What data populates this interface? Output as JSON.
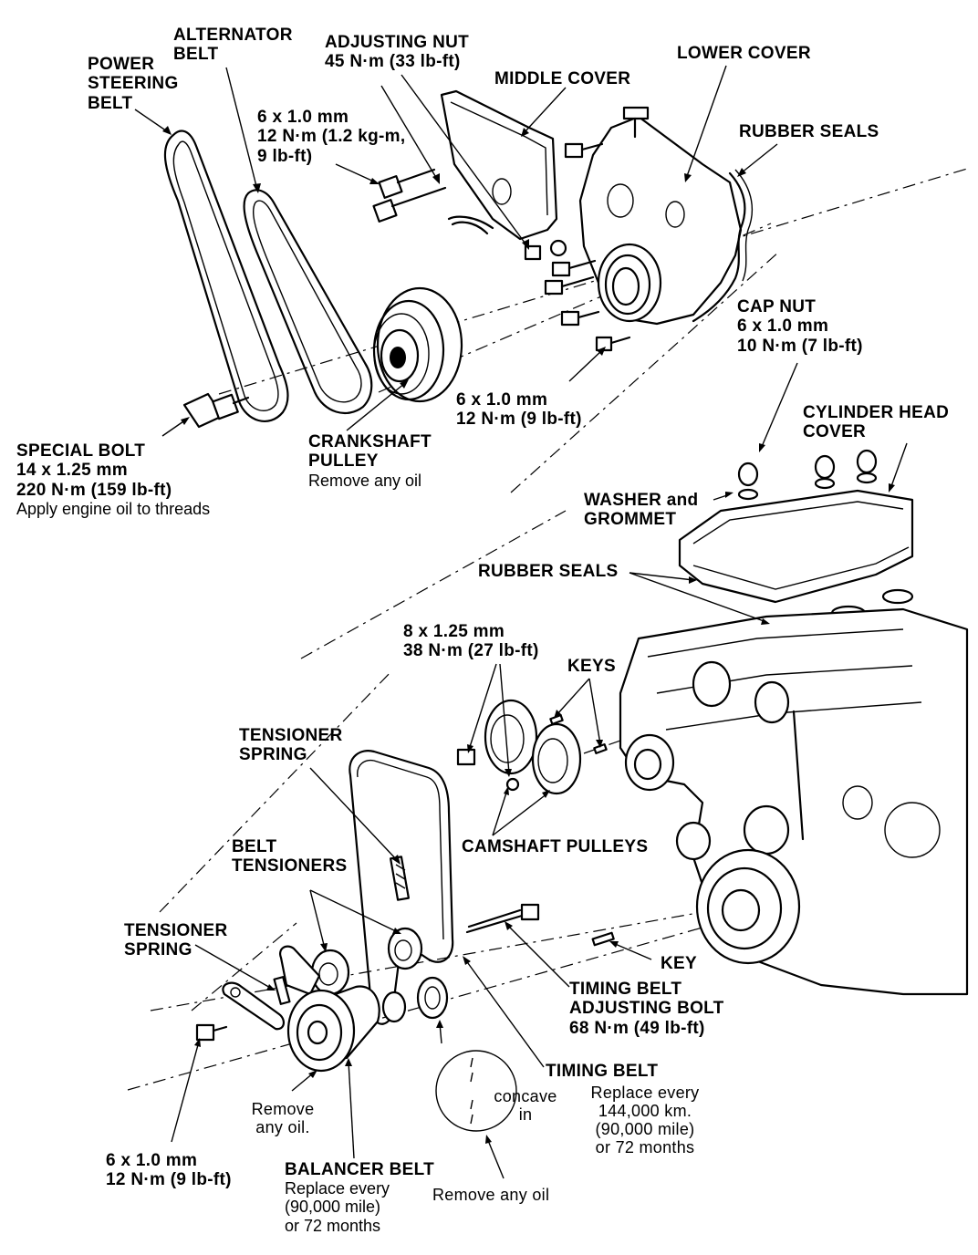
{
  "diagram": {
    "labels": {
      "power_steering_belt": [
        "POWER",
        "STEERING",
        "BELT"
      ],
      "alternator_belt": [
        "ALTERNATOR",
        "BELT"
      ],
      "adjusting_nut": [
        "ADJUSTING NUT",
        "45 N·m (33 lb-ft)"
      ],
      "middle_cover": [
        "MIDDLE COVER"
      ],
      "lower_cover": [
        "LOWER COVER"
      ],
      "rubber_seals_top": [
        "RUBBER SEALS"
      ],
      "bolt_6x1_12nm": [
        "6 x 1.0 mm",
        "12 N·m (1.2 kg-m,",
        "9 lb-ft)"
      ],
      "cap_nut": [
        "CAP NUT",
        "6 x 1.0 mm",
        "10 N·m (7 lb-ft)"
      ],
      "bolt_6x1_12nm_mid": [
        "6 x 1.0 mm",
        "12 N·m (9 lb-ft)"
      ],
      "special_bolt": [
        "SPECIAL BOLT",
        "14 x 1.25 mm",
        "220 N·m (159 lb-ft)"
      ],
      "special_bolt_note": "Apply engine oil to threads",
      "crankshaft_pulley": [
        "CRANKSHAFT",
        "PULLEY"
      ],
      "crankshaft_pulley_note": "Remove any oil",
      "cylinder_head_cover": [
        "CYLINDER HEAD",
        "COVER"
      ],
      "washer_and_grommet": [
        "WASHER and",
        "GROMMET"
      ],
      "rubber_seals_mid": [
        "RUBBER SEALS"
      ],
      "bolt_8x125": [
        "8 x 1.25 mm",
        "38 N·m (27 lb-ft)"
      ],
      "keys": [
        "KEYS"
      ],
      "tensioner_spring_top": [
        "TENSIONER",
        "SPRING"
      ],
      "camshaft_pulleys": [
        "CAMSHAFT PULLEYS"
      ],
      "belt_tensioners": [
        "BELT",
        "TENSIONERS"
      ],
      "tensioner_spring_bottom": [
        "TENSIONER",
        "SPRING"
      ],
      "key": [
        "KEY"
      ],
      "timing_belt_adjusting_bolt": [
        "TIMING BELT",
        "ADJUSTING BOLT",
        "68 N·m (49 lb-ft)"
      ],
      "timing_belt": [
        "TIMING BELT"
      ],
      "timing_belt_note": [
        "Replace every",
        "144,000 km.",
        "(90,000 mile)",
        "or 72 months"
      ],
      "concave_in": [
        "concave",
        "in"
      ],
      "remove_any_oil_balancer": [
        "Remove",
        "any oil."
      ],
      "bolt_6x1_12nm_bottom": [
        "6 x 1.0 mm",
        "12 N·m (9 lb-ft)"
      ],
      "balancer_belt": [
        "BALANCER BELT"
      ],
      "balancer_belt_note": [
        "Replace every",
        "(90,000 mile)",
        "or 72 months"
      ],
      "remove_any_oil_bottom": "Remove any oil"
    },
    "line_color": "#000000",
    "background": "#ffffff"
  }
}
